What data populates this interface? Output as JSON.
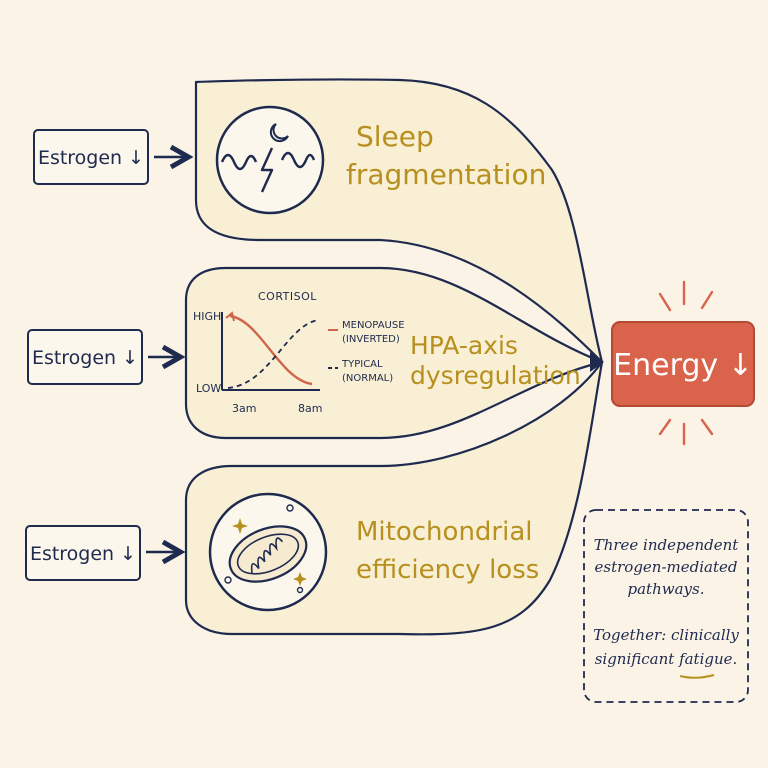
{
  "inputs": [
    {
      "label": "Estrogen ↓"
    },
    {
      "label": "Estrogen ↓"
    },
    {
      "label": "Estrogen ↓"
    }
  ],
  "pathways": [
    {
      "title_lines": [
        "Sleep",
        "fragmentation"
      ],
      "icon": "sleep-wave-moon-icon"
    },
    {
      "title_lines": [
        "HPA-axis",
        "dysregulation"
      ],
      "icon": "cortisol-chart-icon"
    },
    {
      "title_lines": [
        "Mitochondrial",
        "efficiency loss"
      ],
      "icon": "mitochondrion-icon"
    }
  ],
  "cortisol_chart": {
    "title": "CORTISOL",
    "y_high": "HIGH",
    "y_low": "LOW",
    "x_start": "3am",
    "x_end": "8am",
    "legend": [
      {
        "name": "MENOPAUSE",
        "sub": "(INVERTED)",
        "style": "solid",
        "color": "#d0654a"
      },
      {
        "name": "TYPICAL",
        "sub": "(NORMAL)",
        "style": "dashed",
        "color": "#1f2a4f"
      }
    ]
  },
  "output": {
    "label": "Energy ↓",
    "color": "#d9634b"
  },
  "note": {
    "line1": "Three independent",
    "line2": "estrogen-mediated",
    "line3": "pathways.",
    "line4": "Together: clinically",
    "line5": "significant fatigue."
  },
  "colors": {
    "ink": "#1f2a4f",
    "gold": "#b8901f",
    "accent": "#d9634b",
    "background": "#faf3e6",
    "panel": "#f8efd4"
  }
}
